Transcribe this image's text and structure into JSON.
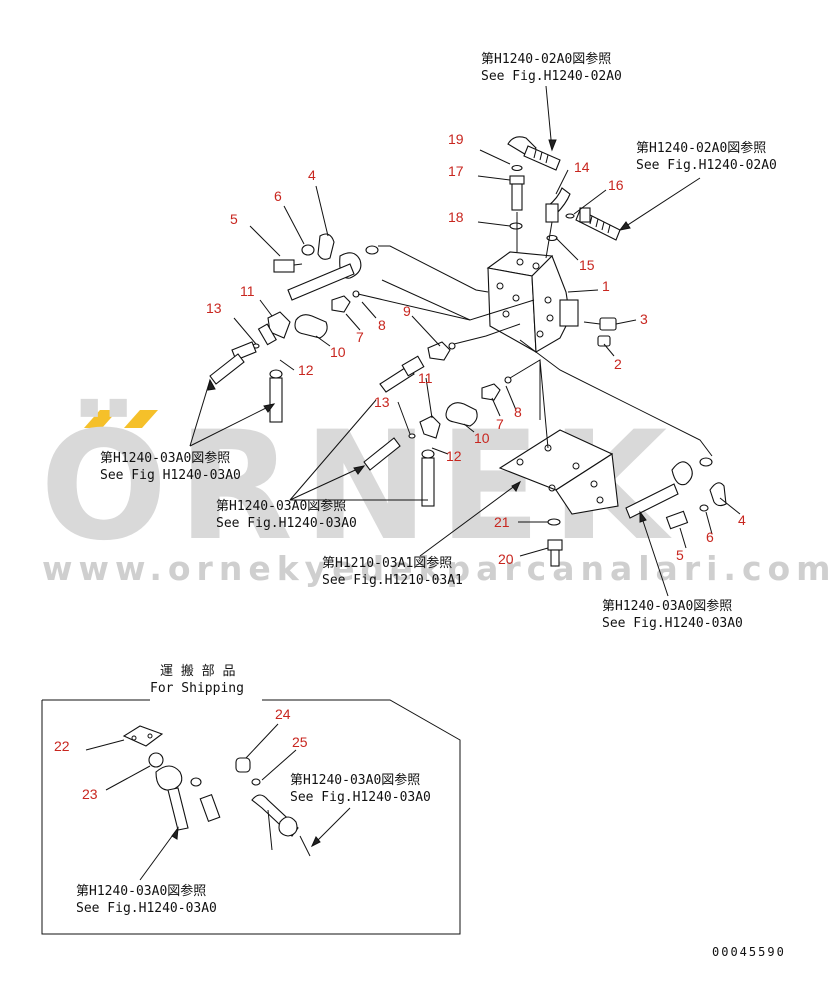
{
  "watermark": {
    "logo": "ÖRNEK",
    "url": "www.ornekyedekparcanalari.com.tr",
    "accent_color": "#f5c02a"
  },
  "refs": [
    {
      "jp": "第H1240-02A0図参照",
      "en": "See Fig.H1240-02A0"
    },
    {
      "jp": "第H1240-02A0図参照",
      "en": "See Fig.H1240-02A0"
    },
    {
      "jp": "第H1240-03A0図参照",
      "en": "See Fig H1240-03A0"
    },
    {
      "jp": "第H1240-03A0図参照",
      "en": "See Fig.H1240-03A0"
    },
    {
      "jp": "第H1210-03A1図参照",
      "en": "See Fig.H1210-03A1"
    },
    {
      "jp": "第H1240-03A0図参照",
      "en": "See Fig.H1240-03A0"
    },
    {
      "jp": "第H1240-03A0図参照",
      "en": "See Fig.H1240-03A0"
    },
    {
      "jp": "第H1240-03A0図参照",
      "en": "See Fig.H1240-03A0"
    }
  ],
  "shipping": {
    "jp": "運 搬 部 品",
    "en": "For Shipping"
  },
  "callouts": [
    "19",
    "17",
    "18",
    "14",
    "16",
    "15",
    "1",
    "3",
    "2",
    "4",
    "6",
    "5",
    "11",
    "13",
    "12",
    "10",
    "7",
    "8",
    "9",
    "11",
    "13",
    "12",
    "10",
    "7",
    "8",
    "21",
    "20",
    "4",
    "6",
    "5",
    "22",
    "23",
    "24",
    "25"
  ],
  "drawing_code": "00045590"
}
